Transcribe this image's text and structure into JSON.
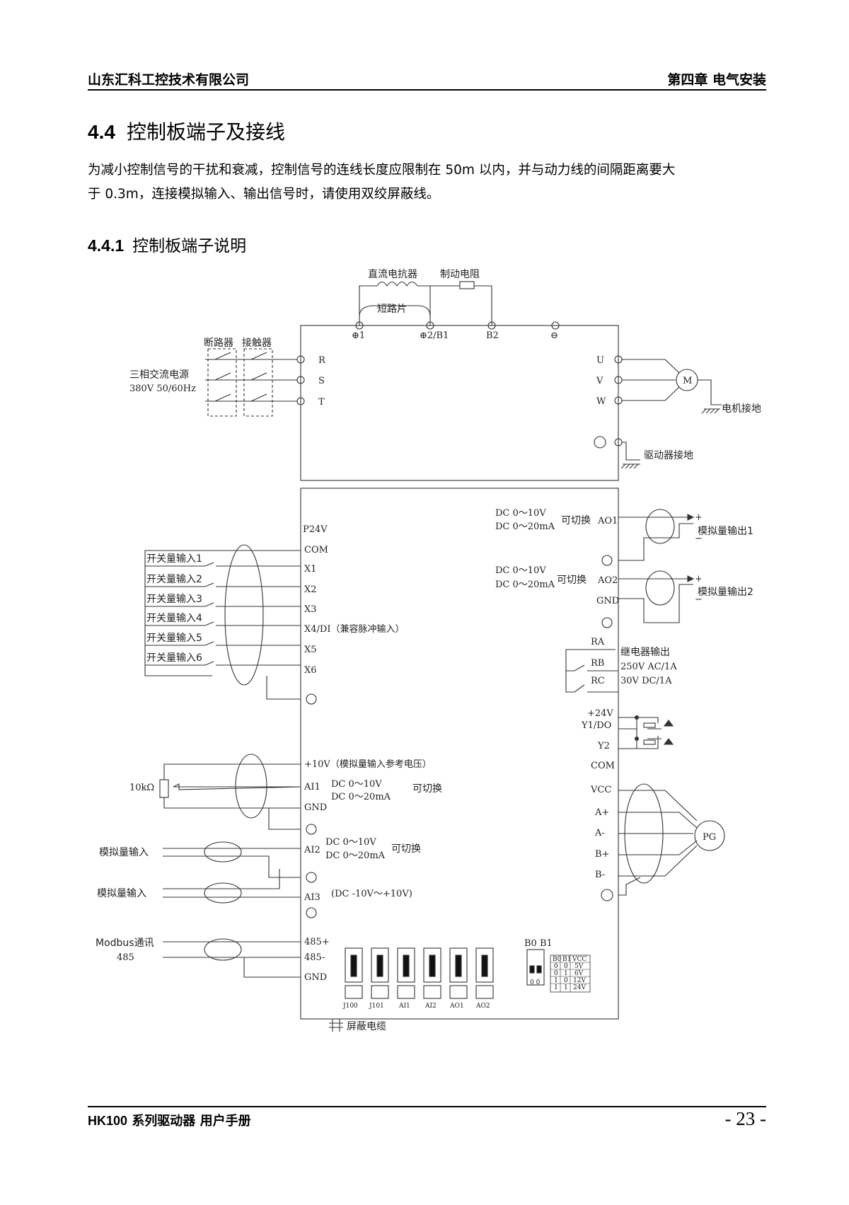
{
  "header": {
    "company": "山东汇科工控技术有限公司",
    "chapter": "第四章  电气安装"
  },
  "section": {
    "number": "4.4",
    "title": "控制板端子及接线"
  },
  "intro": {
    "line1": "为减小控制信号的干扰和衰减，控制信号的连线长度应限制在 50m 以内，并与动力线的间隔距离要大",
    "line2": "于 0.3m，连接模拟输入、输出信号时，请使用双绞屏蔽线。"
  },
  "subsection": {
    "number": "4.4.1",
    "title": "控制板端子说明"
  },
  "diagram": {
    "top": {
      "dc_reactor": "直流电抗器",
      "brake_resistor": "制动电阻",
      "short_piece": "短路片",
      "t_p1": "⊕1",
      "t_p2": "⊕2/B1",
      "t_b2": "B2",
      "t_neg": "⊖"
    },
    "power": {
      "breaker": "断路器",
      "contactor": "接触器",
      "supply1": "三相交流电源",
      "supply2": "380V  50/60Hz",
      "r": "R",
      "s": "S",
      "t": "T",
      "u": "U",
      "v": "V",
      "w": "W",
      "motor": "M",
      "motor_ground": "电机接地",
      "drive_ground": "驱动器接地"
    },
    "left": {
      "p24v": "P24V",
      "com": "COM",
      "di": [
        "开关量输入1",
        "开关量输入2",
        "开关量输入3",
        "开关量输入4",
        "开关量输入5",
        "开关量输入6"
      ],
      "x": [
        "X1",
        "X2",
        "X3",
        "X4/DI（兼容脉冲输入）",
        "X5",
        "X6"
      ],
      "ref10v": "+10V（模拟量输入参考电压）",
      "pot": "10kΩ",
      "ai1": "AI1",
      "ai1_r1": "DC  0～10V",
      "ai1_r2": "DC  0～20mA",
      "switchable": "可切换",
      "gnd": "GND",
      "analog_in": "模拟量输入",
      "ai2": "AI2",
      "ai2_r1": "DC  0～10V",
      "ai2_r2": "DC  0～20mA",
      "ai3": "AI3",
      "ai3_range": "(DC  -10V～+10V)",
      "modbus1": "Modbus通讯",
      "modbus2": "485",
      "t485p": "485+",
      "t485n": "485-",
      "gnd2": "GND"
    },
    "right": {
      "ao_r1": "DC  0～10V",
      "ao_r2": "DC  0～20mA",
      "switchable": "可切换",
      "ao1": "AO1",
      "ao2": "AO2",
      "gnd": "GND",
      "aout1": "模拟量输出1",
      "aout2": "模拟量输出2",
      "plus": "+",
      "minus": "−",
      "ra": "RA",
      "rb": "RB",
      "rc": "RC",
      "relay1": "继电器输出",
      "relay2": "250V  AC/1A",
      "relay3": "30V  DC/1A",
      "v24": "+24V",
      "y1": "Y1/DO",
      "y2": "Y2",
      "com": "COM",
      "vcc": "VCC",
      "ap": "A+",
      "an": "A-",
      "bp": "B+",
      "bn": "B-",
      "pg": "PG"
    },
    "jumpers": {
      "labels": [
        "J100",
        "J101",
        "AI1",
        "AI2",
        "AO1",
        "AO2"
      ],
      "b0b1": "B0 B1",
      "table_head": [
        "B0",
        "B1",
        "VCC"
      ],
      "table_rows": [
        [
          "0",
          "0",
          "5V"
        ],
        [
          "0",
          "1",
          "6V"
        ],
        [
          "1",
          "0",
          "12V"
        ],
        [
          "1",
          "1",
          "24V"
        ]
      ],
      "sw_digits": "0 0"
    },
    "shield_legend": "屏蔽电缆"
  },
  "footer": {
    "model": "HK100",
    "title": "系列驱动器  用户手册",
    "page": "- 23 -"
  }
}
